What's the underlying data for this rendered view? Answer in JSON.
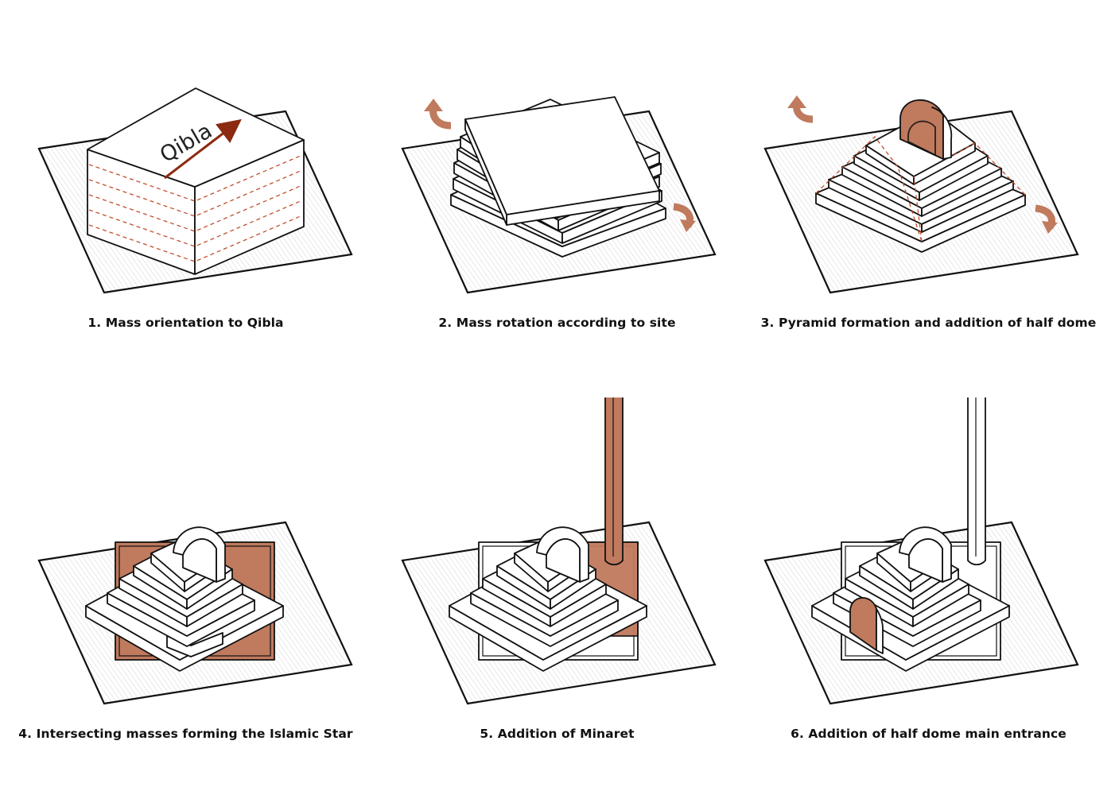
{
  "captions": [
    "1. Mass orientation to Qibla",
    "2. Mass rotation according to site",
    "3. Pyramid formation and addition of half dome",
    "4. Intersecting masses forming the Islamic Star",
    "5. Addition of Minaret",
    "6. Addition of half dome main entrance"
  ],
  "qibla_label": "Qibla",
  "colors": {
    "accent": "#c07a5d",
    "arrow": "#8b2a10",
    "dash": "#c0502e",
    "line": "#111111",
    "hatch": "#bbbbbb"
  }
}
